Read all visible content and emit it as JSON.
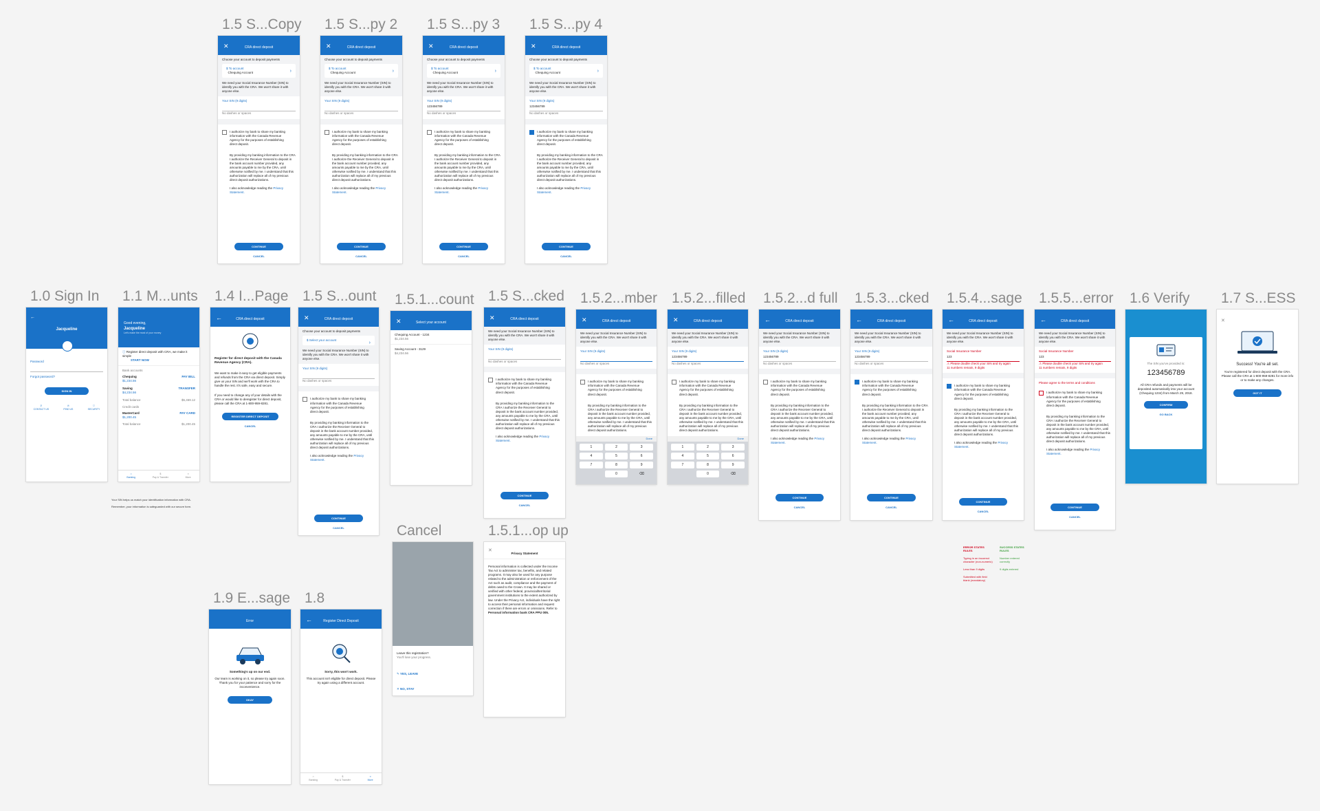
{
  "artboards": {
    "a1": {
      "title": "1.5 S...Copy"
    },
    "a2": {
      "title": "1.5 S...py 2"
    },
    "a3": {
      "title": "1.5 S...py 3"
    },
    "a4": {
      "title": "1.5 S...py 4"
    },
    "signin": {
      "title": "1.0 Sign In",
      "user": "Jacqueline",
      "password_label": "Password",
      "forgot": "Forgot password?",
      "button": "SIGN IN",
      "links": [
        "CONTACT US",
        "FIND US",
        "SECURITY"
      ]
    },
    "accounts": {
      "title": "1.1 M...unts",
      "greeting": "Good evening,",
      "user": "Jacqueline",
      "sub": "Let's make the most of your money",
      "promo": "Register direct deposit with CRA, we make it simple",
      "promo_link": "START NOW",
      "bank_label": "Bank accounts",
      "chequing": "Chequing",
      "chequing_bal": "$1,234.56",
      "chequing_btn": "PAY BILL",
      "saving": "Saving",
      "saving_bal": "$4,234.56",
      "saving_btn": "TRANSFER",
      "total_label": "Total balance",
      "total": "$5,469.12",
      "cards_label": "Credit cards",
      "card": "MasterCard",
      "card_bal": "$1,200.45",
      "card_btn": "PAY CARD",
      "card_total": "$1,200.45",
      "tabs": [
        "Banking",
        "Pay & Transfer",
        "More"
      ]
    },
    "landing": {
      "title": "1.4 I...Page",
      "header": "CRA direct deposit",
      "heading": "Register for direct deposit with the Canada Revenue Agency (CRA).",
      "body1": "We want to make it easy to get eligible payments and refunds from the CRA via direct deposit. Simply give us your SIN and we'll work with the CRA to handle the rest. It's safe, easy and secure.",
      "body2": "If you need to change any of your details with the CRA or would like to deregister for direct deposit, please call the CRA at 1-800-959-8281.",
      "button": "REGISTER DIRECT DEPOSIT",
      "cancel": "CANCEL"
    },
    "selectacct": {
      "title": "1.5 S...ount",
      "select_label": "Select your account"
    },
    "acctlist": {
      "title": "1.5.1...count",
      "header": "Select your account",
      "items": [
        "Chequing Account - 1234",
        "$1,234.56",
        "Saving Account - 3129",
        "$4,234.56"
      ]
    },
    "s6": {
      "title": "1.5 S...cked"
    },
    "s7": {
      "title": "1.5.2...mber"
    },
    "s8": {
      "title": "1.5.2...filled"
    },
    "s9": {
      "title": "1.5.2...d full"
    },
    "s10": {
      "title": "1.5.3...cked"
    },
    "s11": {
      "title": "1.5.4...sage"
    },
    "s12": {
      "title": "1.5.5...error"
    },
    "verify": {
      "title": "1.6 Verify",
      "label": "The SIN you've provided is:",
      "sin": "123456789",
      "body": "All CRA refunds and payments will be deposited automatically into your account (Chequing 1234) from March 29, 2018.",
      "button": "CONFIRM",
      "back": "GO BACK"
    },
    "success": {
      "title": "1.7 S...ESS",
      "heading": "Success! You're all set.",
      "body": "You're registered for direct deposit with the CRA. Please call the CRA at 1-800-959-8281 for more info or to make any changes.",
      "button": "GOT IT"
    },
    "cancel": {
      "title": "Cancel",
      "question": "Leave this registration?",
      "sub": "You'll lose your progress.",
      "yes": "YES, LEAVE",
      "no": "NO, STAY"
    },
    "privacy": {
      "title": "1.5.1...op up",
      "header": "Privacy Statement",
      "body": "Personal information is collected under the Income Tax Act to administer tax, benefits, and related programs. It may also be used for any purpose related to the administration or enforcement of the Act such as audit, compliance and the payment of debts owed to the Crown. It may be shared or verified with other federal, provincial/territorial government institutions to the extent authorized by law. Under the Privacy Act, individuals have the right to access their personal information and request correction if there are errors or omissions. Refer to",
      "bold": "Personal information bank CRA PPU 005."
    },
    "errmsg": {
      "title": "1.9 E...sage",
      "header": "Error",
      "heading": "Something's up on our end.",
      "body": "Our team is working on it, so please try again soon. Thank you for your patience and sorry for the inconvenience.",
      "button": "OKAY"
    },
    "notelig": {
      "title": "1.8",
      "header": "Register Direct Deposit",
      "heading": "Sorry, this won't work.",
      "body": "This account isn't eligible for direct deposit. Please try again using a different account."
    }
  },
  "common": {
    "header": "CRA direct deposit",
    "choose": "Choose your account to deposit payments",
    "to_account": "To account",
    "chequing": "Chequing Account",
    "need_sin": "We need your Social Insurance Number (SIN) to identify you with the CRA. We won't share it with anyone else.",
    "sin_label": "Your SIN (9 digits)",
    "sin_value": "123456789",
    "hint": "No dashes or spaces",
    "authorize": "I authorize my bank to share my banking information with the Canada Revenue Agency for the purposes of establishing direct deposit.",
    "providing": "By providing my banking information to the CRA I authorize the Receiver General to deposit in the bank account number provided, any amounts payable to me by the CRA, until otherwise notified by me. I understand that this authorization will replace all of my previous direct deposit authorizations.",
    "ack": "I also acknowledge reading the",
    "privacy_link": "Privacy Statement.",
    "continue": "CONTINUE",
    "cancel": "CANCEL",
    "sin_label_err": "Social Insurance Number",
    "sin_partial": "123",
    "err_double": "Please double check your SIN and try again",
    "err_digits": "11 numbers remain, 9 digits",
    "err_agree": "Please agree to the terms and conditions",
    "done": "Done",
    "keys": [
      "1",
      "2",
      "3",
      "4",
      "5",
      "6",
      "7",
      "8",
      "9",
      "",
      "0",
      "⌫"
    ]
  },
  "notes": {
    "footnote1": "Your SIN helps us match your identification information with CRA.",
    "footnote2": "Remember, your information is safeguarded with our secure form.",
    "red": [
      "ERROR STATES RULES",
      "Typing in an incorrect character (non-numeric)",
      "Less than 9 digits",
      "Submitted with field blank (mandatory)"
    ],
    "green": [
      "SUCCESS STATES RULES",
      "Number entered correctly",
      "9 digits entered"
    ]
  },
  "colors": {
    "brand": "#1a72c8",
    "error": "#d0021b",
    "success": "#3a9e3a"
  }
}
